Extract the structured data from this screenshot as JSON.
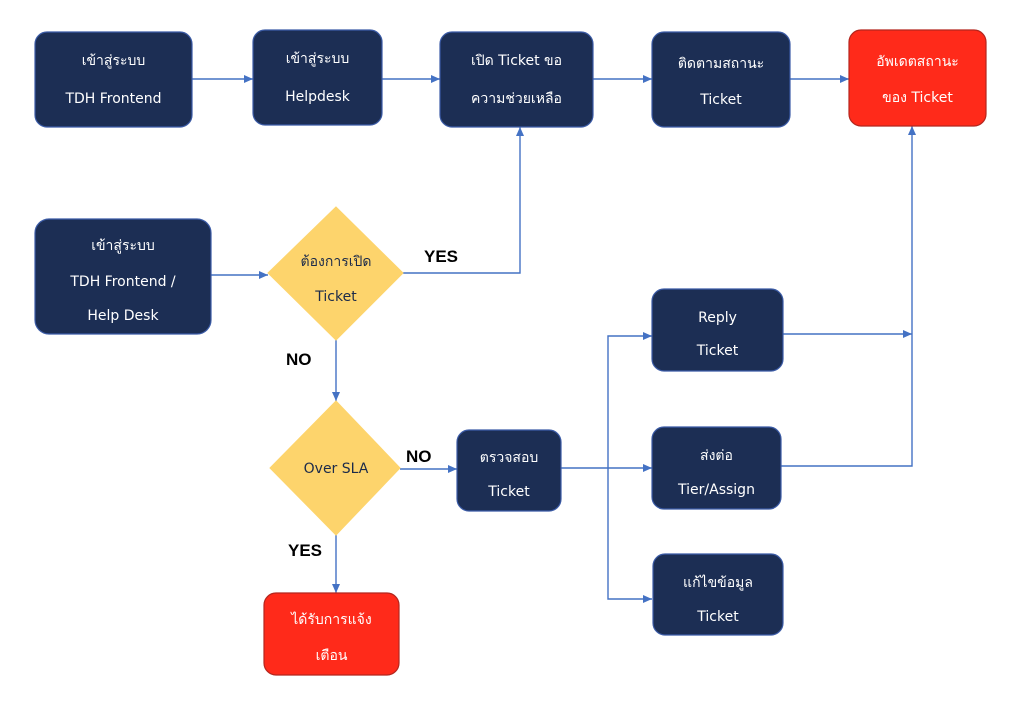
{
  "colors": {
    "process": "#1c2e54",
    "process_border": "#3b5ba6",
    "alert": "#ff2a1a",
    "alert_border": "#b3261e",
    "decision": "#fdd46c",
    "connector": "#4472c4"
  },
  "nodes": {
    "login_frontend": [
      "เข้าสู่ระบบ",
      "TDH Frontend"
    ],
    "login_helpdesk": [
      "เข้าสู่ระบบ",
      "Helpdesk"
    ],
    "open_ticket": [
      "เปิด Ticket ขอ",
      "ความช่วยเหลือ"
    ],
    "track_status": [
      "ติดตามสถานะ",
      "Ticket"
    ],
    "update_status": [
      "อัพเดตสถานะ",
      "ของ Ticket"
    ],
    "login_both": [
      "เข้าสู่ระบบ",
      "TDH Frontend /",
      "Help Desk"
    ],
    "want_open": [
      "ต้องการเปิด",
      "Ticket"
    ],
    "over_sla": [
      "Over SLA"
    ],
    "receive_alert": [
      "ได้รับการแจ้ง",
      "เตือน"
    ],
    "check_ticket": [
      "ตรวจสอบ",
      "Ticket"
    ],
    "reply_ticket": [
      "Reply",
      "Ticket"
    ],
    "forward_ticket": [
      "ส่งต่อ",
      "Tier/Assign"
    ],
    "edit_ticket": [
      "แก้ไขข้อมูล",
      "Ticket"
    ]
  },
  "edge_labels": {
    "want_open_yes": "YES",
    "want_open_no": "NO",
    "over_sla_no": "NO",
    "over_sla_yes": "YES"
  }
}
